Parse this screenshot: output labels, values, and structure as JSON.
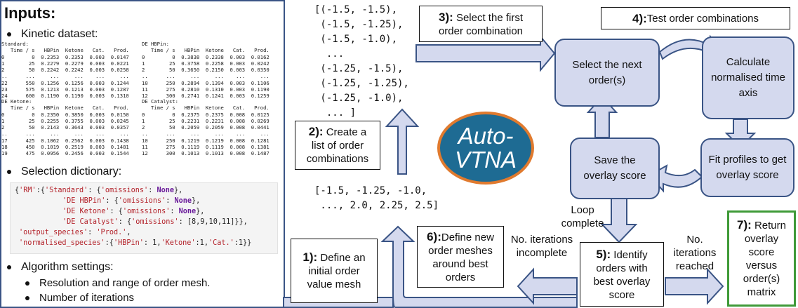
{
  "inputs": {
    "title": "Inputs",
    "title_suffix": ":",
    "kinetic_label": "Kinetic dataset:",
    "tables": {
      "standard": "Standard:\n   Time / s   HBPin  Ketone   Cat.   Prod.\n0         0  0.2353  0.2353  0.003  0.0147\n1        25  0.2279  0.2279  0.003  0.0221\n2        50  0.2242  0.2242  0.003  0.0258\n..      ...     ...     ...    ...     ...\n22      550  0.1256  0.1256  0.003  0.1244\n23      575  0.1213  0.1213  0.003  0.1287\n24      600  0.1190  0.1190  0.003  0.1310",
      "de_hbpin": "DE HBPin:\n   Time / s   HBPin  Ketone   Cat.   Prod.\n0         0  0.3838  0.2338  0.003  0.0162\n1        25  0.3758  0.2258  0.003  0.0242\n2        50  0.3650  0.2150  0.003  0.0350\n..      ...     ...     ...    ...     ...\n10      250  0.2894  0.1394  0.003  0.1106\n11      275  0.2810  0.1310  0.003  0.1190\n12      300  0.2741  0.1241  0.003  0.1259",
      "de_ketone": "DE Ketone:\n   Time / s   HBPin  Ketone   Cat.   Prod.\n0         0  0.2350  0.3850  0.003  0.0150\n1        25  0.2255  0.3755  0.003  0.0245\n2        50  0.2143  0.3643  0.003  0.0357\n..      ...     ...     ...    ...     ...\n17      425  0.1062  0.2562  0.003  0.1438\n18      450  0.1019  0.2519  0.003  0.1481\n19      475  0.0956  0.2456  0.003  0.1544",
      "de_catalyst": "DE Catalyst:\n   Time / s   HBPin  Ketone   Cat.   Prod.\n0         0  0.2375  0.2375  0.008  0.0125\n1        25  0.2231  0.2231  0.008  0.0269\n2        50  0.2059  0.2059  0.008  0.0441\n..      ...     ...     ...    ...     ...\n10      250  0.1219  0.1219  0.008  0.1281\n11      275  0.1119  0.1119  0.008  0.1381\n12      300  0.1013  0.1013  0.008  0.1487"
    },
    "selection_label": "Selection dictionary:",
    "dict": {
      "l1a": "{",
      "rm": "'RM'",
      "l1b": ":{",
      "k_standard": "'Standard'",
      "l1c": ":     {",
      "omit1": "'omissions'",
      "c1": ": ",
      "none1": "None",
      "e1": "},",
      "k_hbpin": "'DE HBPin'",
      "l2c": ":     {",
      "omit2": "'omissions'",
      "c2": ": ",
      "none2": "None",
      "e2": "},",
      "k_ketone": "'DE Ketone'",
      "l3c": ":    {",
      "omit3": "'omissions'",
      "c3": ": ",
      "none3": "None",
      "e3": "},",
      "k_catalyst": "'DE Catalyst'",
      "l4c": ": {",
      "omit4": "'omissions'",
      "c4": ": ",
      "list4": "[8,9,10,11]",
      "e4": "}},",
      "out_key": "'output_species'",
      "out_c": ": ",
      "out_val": "'Prod.'",
      "out_e": ",",
      "norm_key": "'normalised_species'",
      "norm_c": ":{",
      "n_hbpin": "'HBPin'",
      "n_c1": ": ",
      "n_v1": "1",
      "n_s1": ",",
      "n_ketone": "'Ketone'",
      "n_c2": ":",
      "n_v2": "1",
      "n_s2": ",",
      "n_cat": "'Cat.'",
      "n_c3": ":",
      "n_v3": "1",
      "n_e": "}}"
    },
    "algo_label": "Algorithm settings:",
    "algo_items": [
      "Resolution and range of order mesh.",
      "Number of iterations"
    ]
  },
  "step1": {
    "num": "1):",
    "text_a": " Define an",
    "text_b": "initial order",
    "text_c": "value mesh"
  },
  "step2": {
    "num": "2):",
    "text_a": " Create a",
    "text_b": "list of order",
    "text_c": "combinations"
  },
  "step3": {
    "num": "3):",
    "text_a": " Select the first",
    "text_b": "order combination"
  },
  "step4": {
    "num": "4):",
    "text_a": " Test order combinations"
  },
  "step5": {
    "num": "5):",
    "text_a": " Identify",
    "text_b": "orders with",
    "text_c": "best overlay",
    "text_d": "score"
  },
  "step6": {
    "num": "6):",
    "text_a": "Define new",
    "text_b": "order meshes",
    "text_c": "around best",
    "text_d": "orders"
  },
  "step7": {
    "num": "7):",
    "text_a": " Return",
    "text_b": "overlay",
    "text_c": "score",
    "text_d": "versus",
    "text_e": "order(s)",
    "text_f": "matrix"
  },
  "combo_list": "[(-1.5, -1.5),\n (-1.5, -1.25),\n (-1.5, -1.0),\n  ...\n (-1.25, -1.5),\n (-1.25, -1.25),\n (-1.25, -1.0),\n  ... ]",
  "mesh_values": "[-1.5, -1.25, -1.0,\n ..., 2.0, 2.25, 2.5]",
  "nodes": {
    "select_next": "Select the next order(s)",
    "calc_axis": "Calculate normalised time axis",
    "fit_profiles": "Fit profiles to get overlay score",
    "save_overlay": "Save the overlay score"
  },
  "labels": {
    "loop_complete": "Loop complete",
    "incomplete": "No. iterations incomplete",
    "reached": "No. iterations reached"
  },
  "logo": {
    "line1": "Auto-",
    "line2": "VTNA"
  },
  "colors": {
    "node_fill": "#d4d9ee",
    "node_border": "#3a5485",
    "logo_fill": "#1e6b93",
    "logo_ring": "#e07a2e",
    "step7_border": "#3f9a38"
  }
}
